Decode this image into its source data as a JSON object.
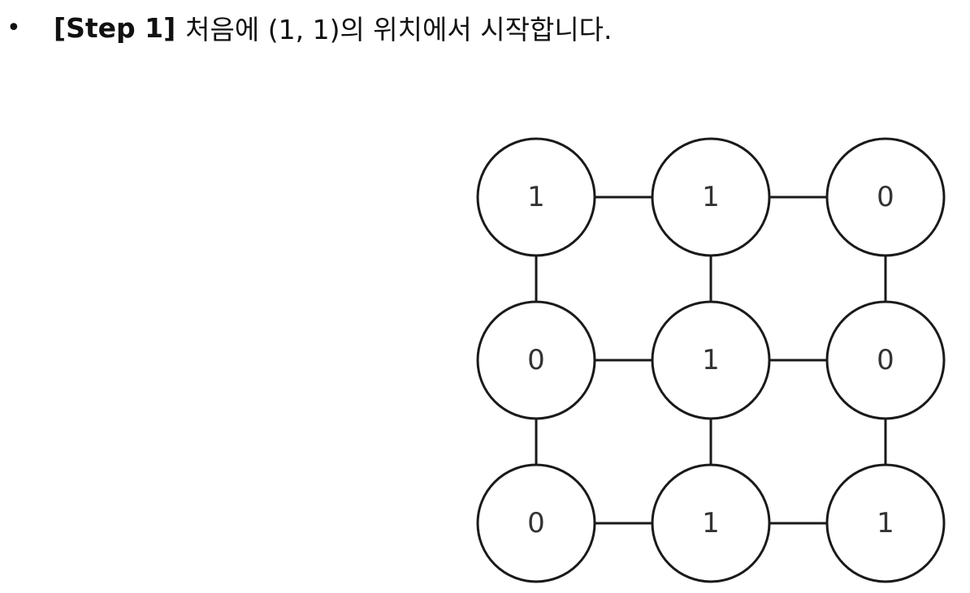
{
  "step": {
    "bullet": "•",
    "label": "[Step 1]",
    "text": "처음에 (1, 1)의 위치에서 시작합니다."
  },
  "chart_data": {
    "type": "grid-graph",
    "rows": 3,
    "cols": 3,
    "grid": [
      [
        1,
        1,
        0
      ],
      [
        0,
        1,
        0
      ],
      [
        0,
        1,
        1
      ]
    ],
    "highlighted": [
      [
        0,
        0
      ]
    ],
    "connectivity": "4-neighbor"
  },
  "colors": {
    "highlight_fill": "#d9ebf7",
    "node_fill": "#ffffff",
    "stroke": "#1a1a1a",
    "value_text": "#333333"
  }
}
